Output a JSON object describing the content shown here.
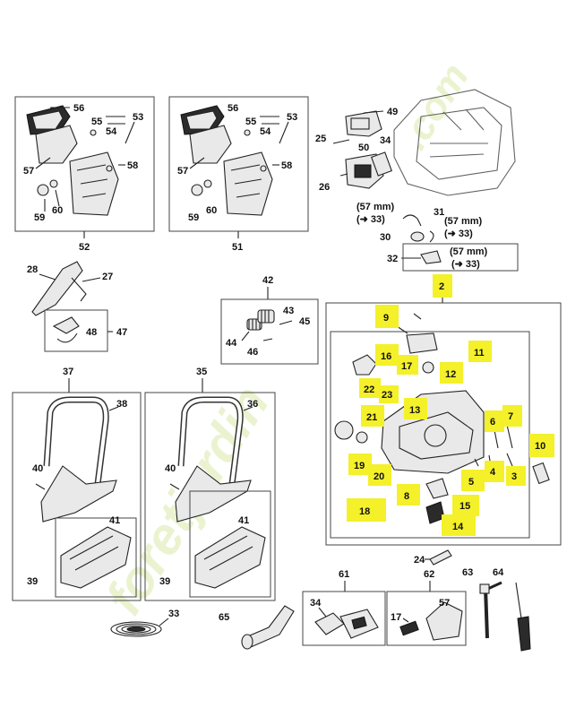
{
  "watermark": {
    "line1": "foretjardin",
    "line2": ".com",
    "color": "#d9e8a8",
    "accent": "#f3c48a"
  },
  "highlight_color": "#f4f02a",
  "labels": {
    "p2": "2",
    "p3": "3",
    "p4": "4",
    "p5": "5",
    "p6": "6",
    "p7": "7",
    "p8": "8",
    "p9": "9",
    "p10": "10",
    "p11": "11",
    "p12": "12",
    "p13": "13",
    "p14": "14",
    "p15": "15",
    "p16": "16",
    "p17": "17",
    "p17b": "17",
    "p18": "18",
    "p19": "19",
    "p20": "20",
    "p21": "21",
    "p22": "22",
    "p23": "23",
    "p24": "24",
    "p25": "25",
    "p26": "26",
    "p27": "27",
    "p28": "28",
    "p30": "30",
    "p31": "31",
    "p32": "32",
    "p33": "33",
    "p34": "34",
    "p34b": "34",
    "p35": "35",
    "p36": "36",
    "p37": "37",
    "p38": "38",
    "p39a": "39",
    "p39b": "39",
    "p40a": "40",
    "p40b": "40",
    "p41a": "41",
    "p41b": "41",
    "p42": "42",
    "p43": "43",
    "p44": "44",
    "p45": "45",
    "p46": "46",
    "p47": "47",
    "p48": "48",
    "p49": "49",
    "p50": "50",
    "p51": "51",
    "p52": "52",
    "p53a": "53",
    "p53b": "53",
    "p54a": "54",
    "p54b": "54",
    "p55a": "55",
    "p55b": "55",
    "p56a": "56",
    "p56b": "56",
    "p57a": "57",
    "p57b": "57",
    "p57c": "57",
    "p58a": "58",
    "p58b": "58",
    "p59a": "59",
    "p59b": "59",
    "p60a": "60",
    "p60b": "60",
    "p61": "61",
    "p62": "62",
    "p63": "63",
    "p64": "64",
    "p65": "65"
  },
  "notes": {
    "n31a": "(57 mm)",
    "n31b": "(➜ 33)",
    "n30a": "(57 mm)",
    "n30b": "(➜ 33)",
    "n32a": "(57 mm)",
    "n32b": "(➜ 33)"
  }
}
